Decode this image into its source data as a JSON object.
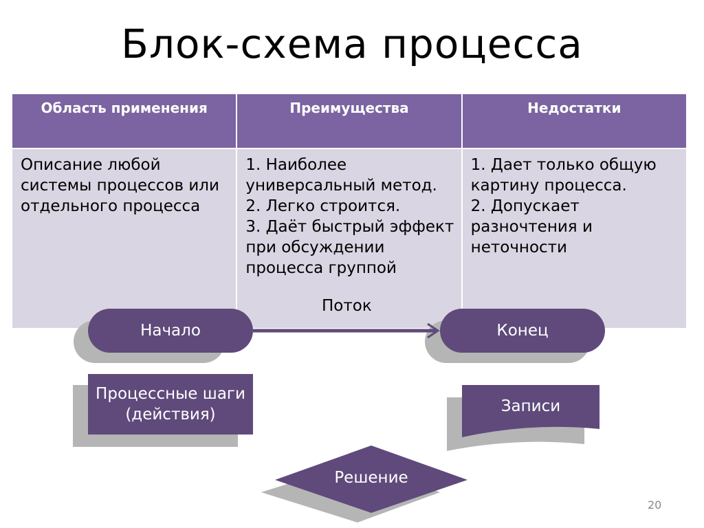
{
  "title": "Блок-схема процесса",
  "table": {
    "headers": [
      "Область применения",
      "Преимущества",
      "Недостатки"
    ],
    "cells": [
      "Описание любой системы процессов или отдельного процесса",
      "1. Наиболее универсальный метод.\n2. Легко строится.\n3. Даёт быстрый эффект при обсуждении процесса группой",
      "1. Дает только общую картину процесса.\n2. Допускает разночтения и неточности"
    ]
  },
  "diagram": {
    "start": "Начало",
    "end": "Конец",
    "flow": "Поток",
    "process": "Процессные шаги (действия)",
    "records": "Записи",
    "decision": "Решение"
  },
  "page_number": "20",
  "colors": {
    "header": "#7b64a1",
    "cell": "#d9d5e2",
    "shape": "#5f4a7b",
    "shadow": "#b5b5b5"
  }
}
